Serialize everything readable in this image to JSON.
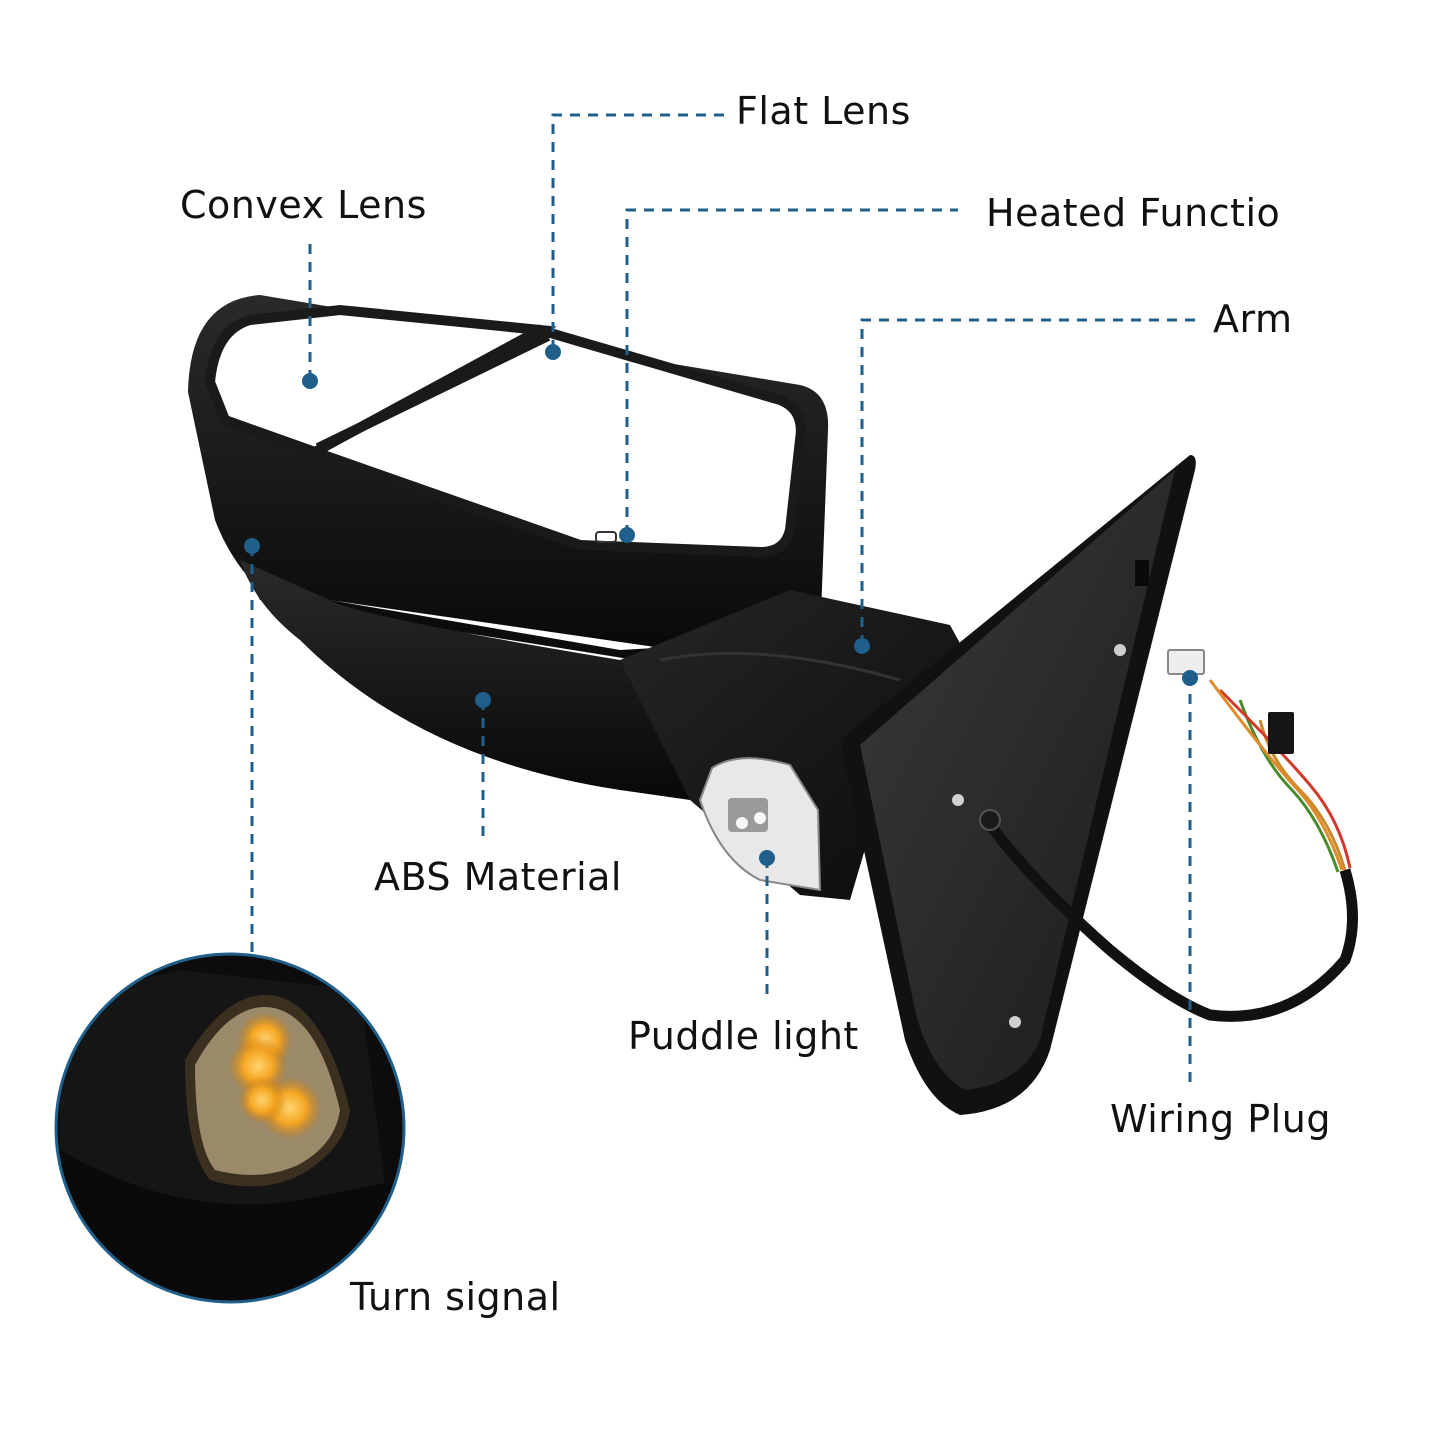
{
  "labels": {
    "flat_lens": "Flat Lens",
    "convex_lens": "Convex Lens",
    "heated_function": "Heated Functio",
    "arm": "Arm",
    "abs_material": "ABS Material",
    "puddle_light": "Puddle light",
    "wiring_plug": "Wiring Plug",
    "turn_signal": "Turn signal"
  },
  "colors": {
    "callout": "#1f5f8a",
    "mirror_body": "#111111",
    "turn_signal_glow": "#f5a623"
  }
}
